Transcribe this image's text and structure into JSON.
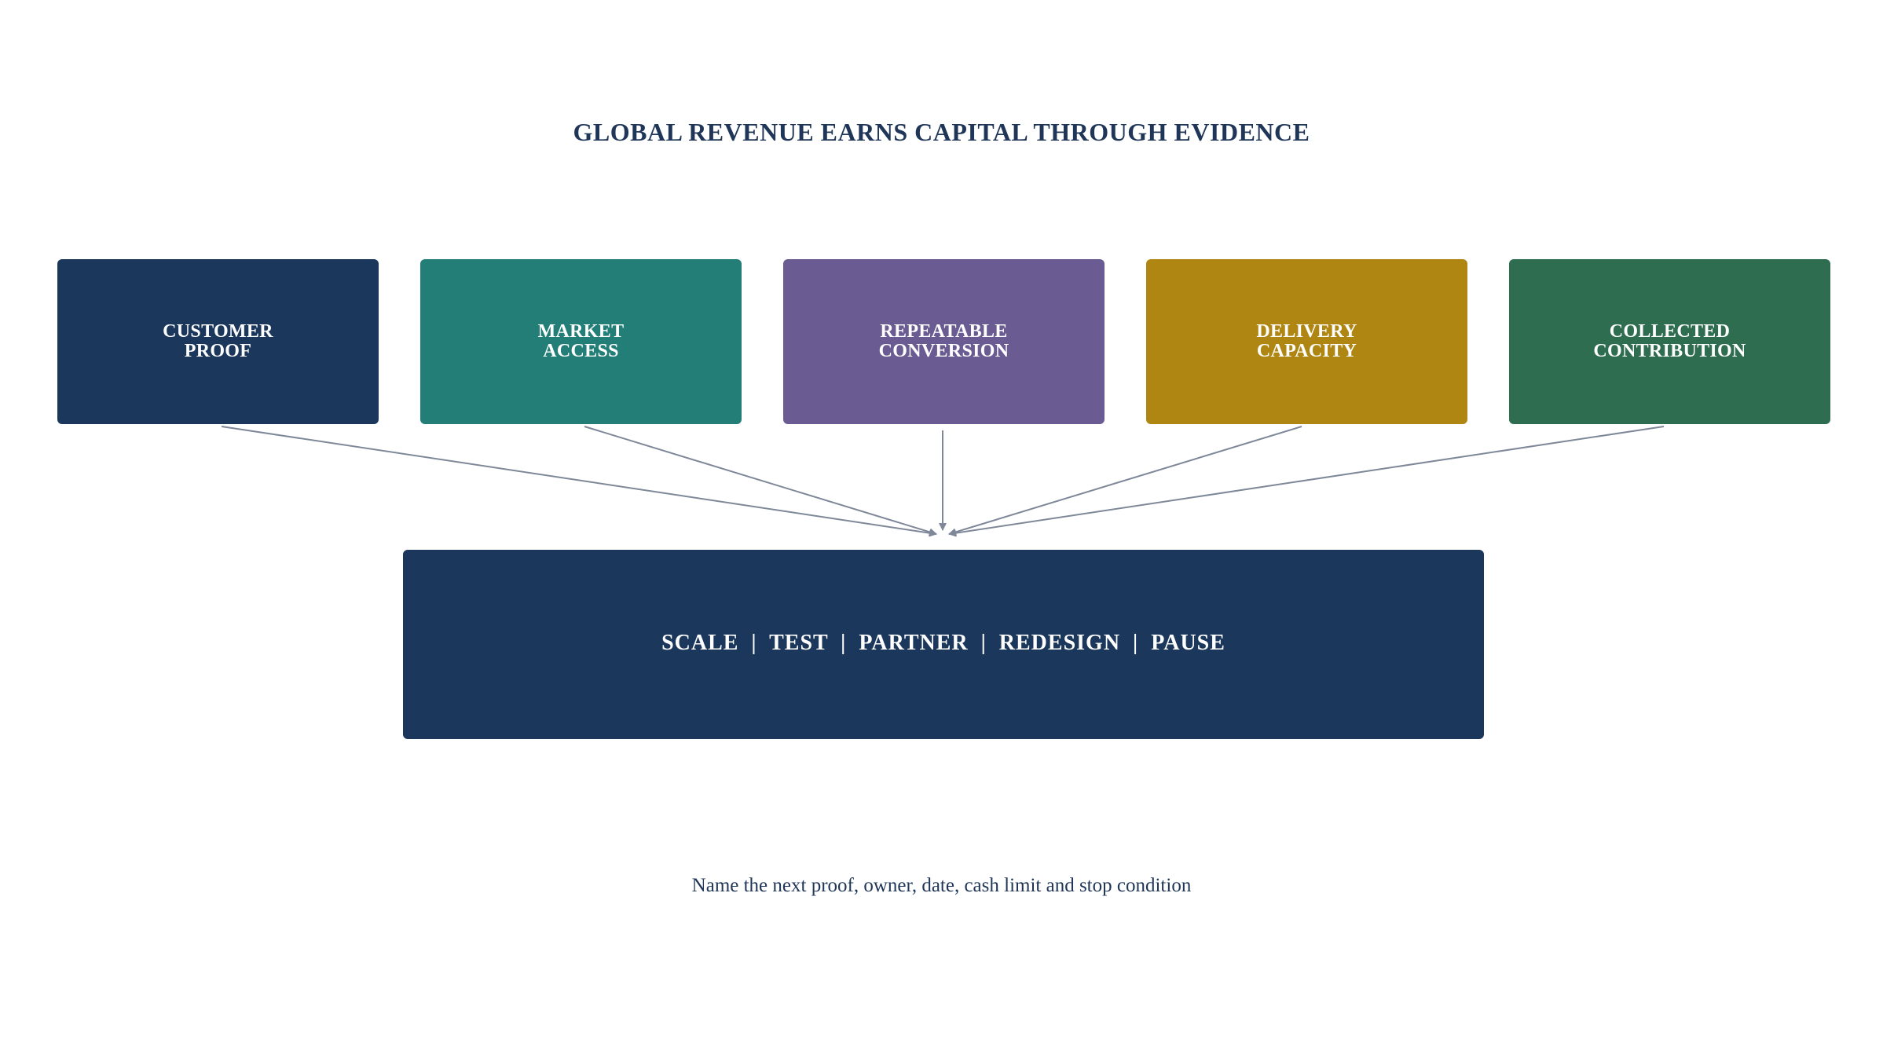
{
  "title": "GLOBAL REVENUE EARNS CAPITAL THROUGH EVIDENCE",
  "inputs": [
    {
      "label": "CUSTOMER\nPROOF",
      "color": "#1b375b"
    },
    {
      "label": "MARKET\nACCESS",
      "color": "#247e78"
    },
    {
      "label": "REPEATABLE\nCONVERSION",
      "color": "#6a5b93"
    },
    {
      "label": "DELIVERY\nCAPACITY",
      "color": "#b08613"
    },
    {
      "label": "COLLECTED\nCONTRIBUTION",
      "color": "#2e6d4f"
    }
  ],
  "decision": {
    "label": "SCALE  |  TEST  |  PARTNER  |  REDESIGN  |  PAUSE",
    "color": "#1b375b"
  },
  "footer": "Name the next proof, owner, date, cash limit and stop condition",
  "arrow_color": "#7e8899"
}
